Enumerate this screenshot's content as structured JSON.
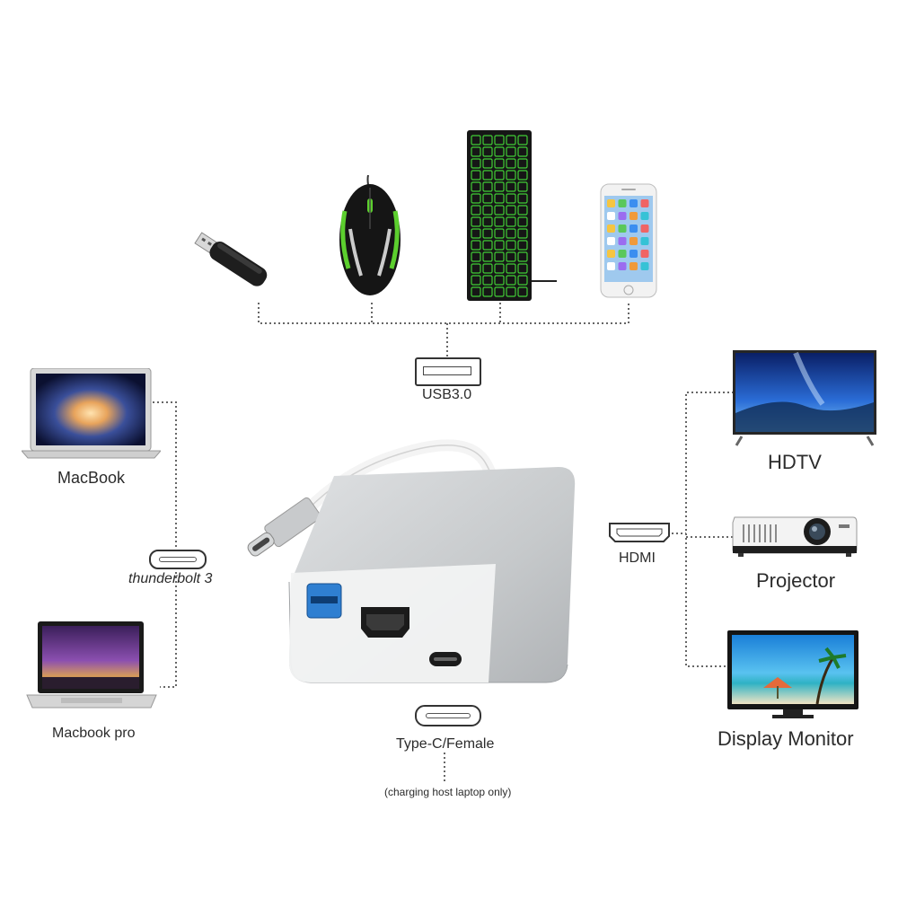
{
  "labels": {
    "usb": "USB3.0",
    "thunderbolt": "thunderbolt 3",
    "hdmi": "HDMI",
    "typec": "Type-C/Female",
    "typec_note": "(charging host laptop only)",
    "macbook": "MacBook",
    "macbook_pro": "Macbook pro",
    "hdtv": "HDTV",
    "projector": "Projector",
    "monitor": "Display Monitor"
  },
  "colors": {
    "adapter_body": "#c9ccce",
    "usb_port_blue": "#2f7fd1",
    "keyboard_glow": "#46e23a",
    "mouse_accent": "#5ccf2e",
    "connector_line": "#666666"
  },
  "icons": {
    "usb": "usb-flash-drive-icon",
    "mouse": "gaming-mouse-icon",
    "keyboard": "backlit-keyboard-icon",
    "phone": "smartphone-icon",
    "laptop": "laptop-icon",
    "tv": "tv-icon",
    "projector": "projector-icon",
    "monitor": "monitor-icon",
    "adapter": "usb-c-hub-adapter"
  }
}
